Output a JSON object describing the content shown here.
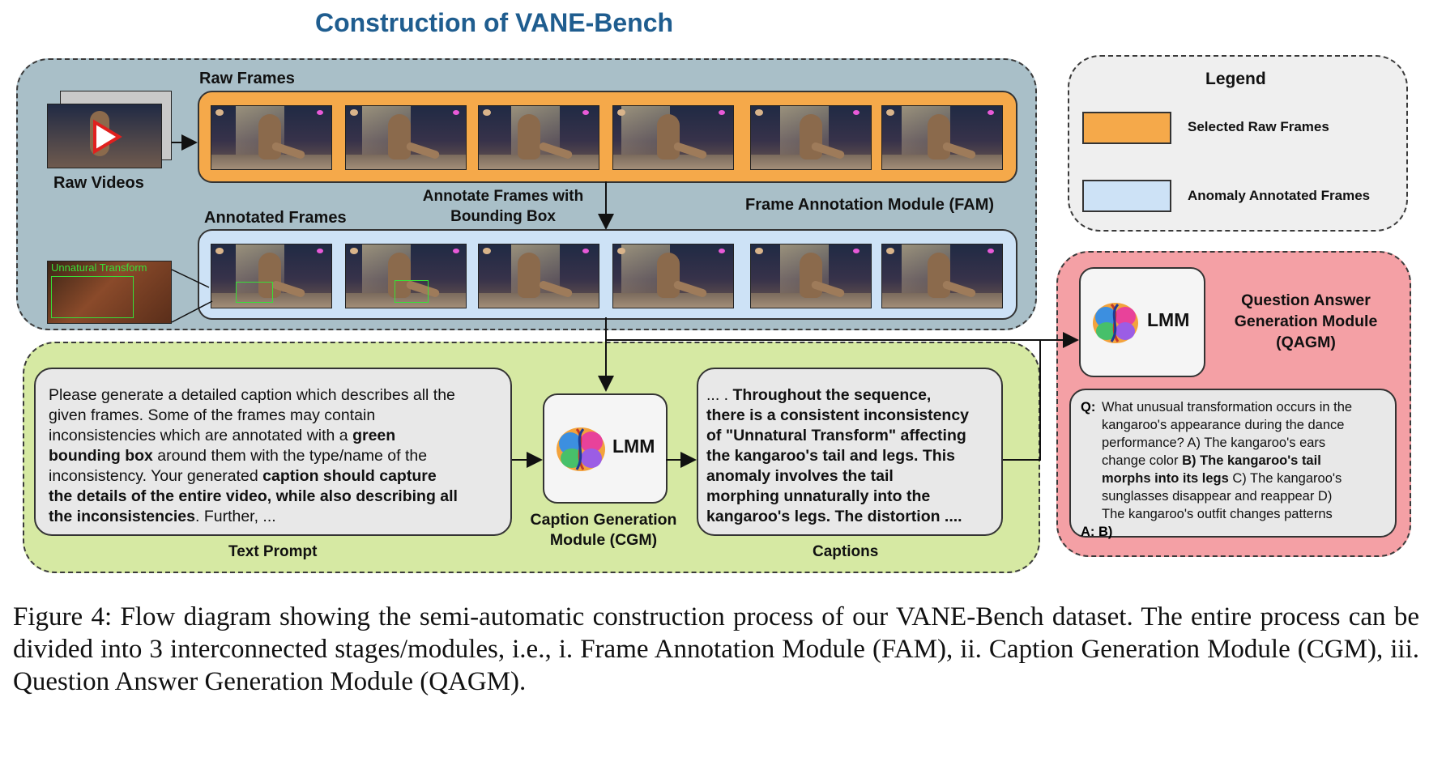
{
  "title": "Construction of VANE-Bench",
  "fam": {
    "raw_frames_label": "Raw Frames",
    "raw_videos_label": "Raw Videos",
    "annotate_label_line1": "Annotate Frames with",
    "annotate_label_line2": "Bounding Box",
    "module_label": "Frame Annotation Module (FAM)",
    "annotated_frames_label": "Annotated Frames",
    "zoom_tag": "Unnatural Transform"
  },
  "cgm": {
    "text_prompt": {
      "label": "Text Prompt",
      "lines": [
        [
          {
            "t": "Please generate a detailed caption which describes all the",
            "b": false
          }
        ],
        [
          {
            "t": "given frames. Some of the frames may contain",
            "b": false
          }
        ],
        [
          {
            "t": "inconsistencies which are annotated with a ",
            "b": false
          },
          {
            "t": "green",
            "b": true
          }
        ],
        [
          {
            "t": "bounding box",
            "b": true
          },
          {
            "t": " around them with the type/name of the",
            "b": false
          }
        ],
        [
          {
            "t": "inconsistency. Your generated ",
            "b": false
          },
          {
            "t": "caption should capture",
            "b": true
          }
        ],
        [
          {
            "t": "the details of the entire video, while also describing all",
            "b": true
          }
        ],
        [
          {
            "t": "the inconsistencies",
            "b": true
          },
          {
            "t": ". Further, ...",
            "b": false
          }
        ]
      ]
    },
    "lmm_label": "LMM",
    "module_label_line1": "Caption Generation",
    "module_label_line2": "Module (CGM)",
    "captions": {
      "label": "Captions",
      "lines": [
        [
          {
            "t": "... . ",
            "b": false
          },
          {
            "t": "Throughout the sequence,",
            "b": true
          }
        ],
        [
          {
            "t": "there is a consistent inconsistency",
            "b": true
          }
        ],
        [
          {
            "t": "of \"Unnatural Transform\" affecting",
            "b": true
          }
        ],
        [
          {
            "t": "the kangaroo's tail and legs. This",
            "b": true
          }
        ],
        [
          {
            "t": "anomaly involves the tail",
            "b": true
          }
        ],
        [
          {
            "t": "morphing unnaturally into the",
            "b": true
          }
        ],
        [
          {
            "t": "kangaroo's legs. The distortion ....",
            "b": true
          }
        ]
      ]
    }
  },
  "legend": {
    "title": "Legend",
    "items": [
      {
        "label": "Selected Raw Frames",
        "color": "#f5a94a"
      },
      {
        "label": "Anomaly Annotated Frames",
        "color": "#cde2f6"
      }
    ]
  },
  "qagm": {
    "lmm_label": "LMM",
    "module_label_line1": "Question Answer",
    "module_label_line2": "Generation Module",
    "module_label_line3": "(QAGM)",
    "q_marker": "Q:",
    "q_lines": [
      [
        {
          "t": "What unusual transformation occurs in the",
          "b": false
        }
      ],
      [
        {
          "t": "kangaroo's appearance during the dance",
          "b": false
        }
      ],
      [
        {
          "t": "performance? A) The kangaroo's ears",
          "b": false
        }
      ],
      [
        {
          "t": "change color ",
          "b": false
        },
        {
          "t": "B) The kangaroo's tail",
          "b": true
        }
      ],
      [
        {
          "t": "morphs into its legs",
          "b": true
        },
        {
          "t": " C) The kangaroo's",
          "b": false
        }
      ],
      [
        {
          "t": "sunglasses disappear and reappear D)",
          "b": false
        }
      ],
      [
        {
          "t": "The kangaroo's outfit changes patterns",
          "b": false
        }
      ]
    ],
    "answer": "A: B)"
  },
  "figure_caption": "Figure 4: Flow diagram showing the semi-automatic construction process of our VANE-Bench dataset. The entire process can be divided into 3 interconnected stages/modules, i.e., i. Frame Annotation Module (FAM), ii. Caption Generation Module (CGM), iii. Question Answer Generation Module (QAGM).",
  "colors": {
    "title": "#1f5d8f",
    "fam_bg": "#a9bfc8",
    "cgm_bg": "#d6e9a3",
    "qagm_bg": "#f4a0a5",
    "legend_bg": "#efefef",
    "bbox": "#38e038"
  },
  "icons": [
    "play-icon",
    "brain-dna-icon"
  ]
}
